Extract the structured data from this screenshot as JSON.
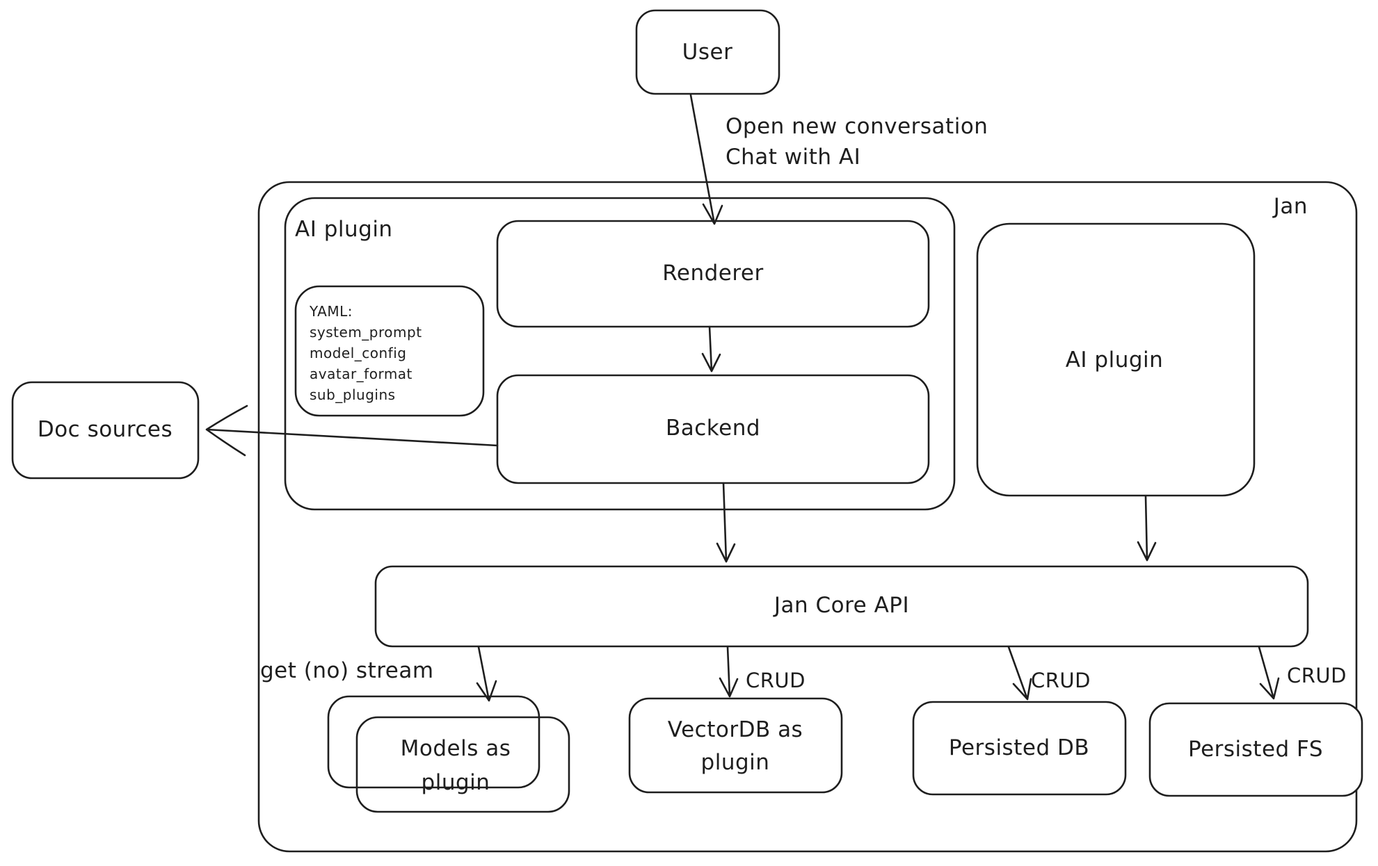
{
  "diagram": {
    "container_label": "Jan",
    "colors": {
      "stroke": "#1e1e1e",
      "background": "#ffffff"
    },
    "nodes": {
      "user": {
        "label": "User"
      },
      "ai_plugin_container": {
        "label": "AI plugin"
      },
      "renderer": {
        "label": "Renderer"
      },
      "backend": {
        "label": "Backend"
      },
      "doc_sources": {
        "label": "Doc sources"
      },
      "ai_plugin_right": {
        "label": "AI plugin"
      },
      "jan_core_api": {
        "label": "Jan Core API"
      },
      "models": {
        "line1": "Models as",
        "line2": "plugin"
      },
      "vectordb": {
        "line1": "VectorDB as",
        "line2": "plugin"
      },
      "persisted_db": {
        "label": "Persisted DB"
      },
      "persisted_fs": {
        "label": "Persisted FS"
      }
    },
    "yaml_note": {
      "lines": [
        "YAML:",
        "system_prompt",
        "model_config",
        "avatar_format",
        "sub_plugins"
      ]
    },
    "edges": {
      "user_to_renderer": {
        "line1": "Open new conversation",
        "line2": "Chat with AI"
      },
      "core_to_models": {
        "label": "get (no) stream"
      },
      "core_to_vectordb": {
        "label": "CRUD"
      },
      "core_to_persisted_db": {
        "label": "CRUD"
      },
      "core_to_persisted_fs": {
        "label": "CRUD"
      }
    }
  }
}
